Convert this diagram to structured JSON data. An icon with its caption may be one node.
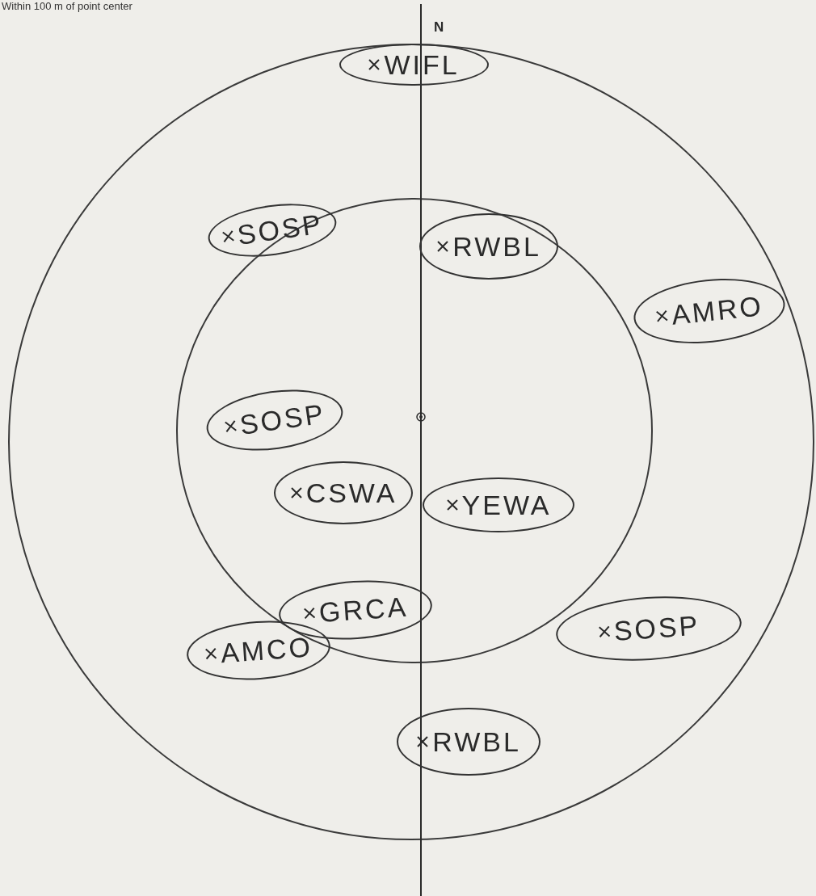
{
  "diagram": {
    "nodes": [
      {
        "text": [
          "WIFL"
        ]
      },
      {
        "text": [
          "SOSP"
        ]
      },
      {
        "text": [
          "RWBL"
        ]
      },
      {
        "text": [
          "AMRO"
        ]
      },
      {
        "text": [
          "SOSP"
        ]
      },
      {
        "text": [
          "CSWA"
        ]
      },
      {
        "text": [
          "YEWA"
        ]
      },
      {
        "text": [
          "GRCA"
        ]
      },
      {
        "text": [
          "AMCO"
        ]
      },
      {
        "text": [
          "SOSP"
        ]
      },
      {
        "text": [
          "RWBL"
        ]
      }
    ],
    "labels": [
      "Within 100 m of point center",
      "N"
    ]
  }
}
